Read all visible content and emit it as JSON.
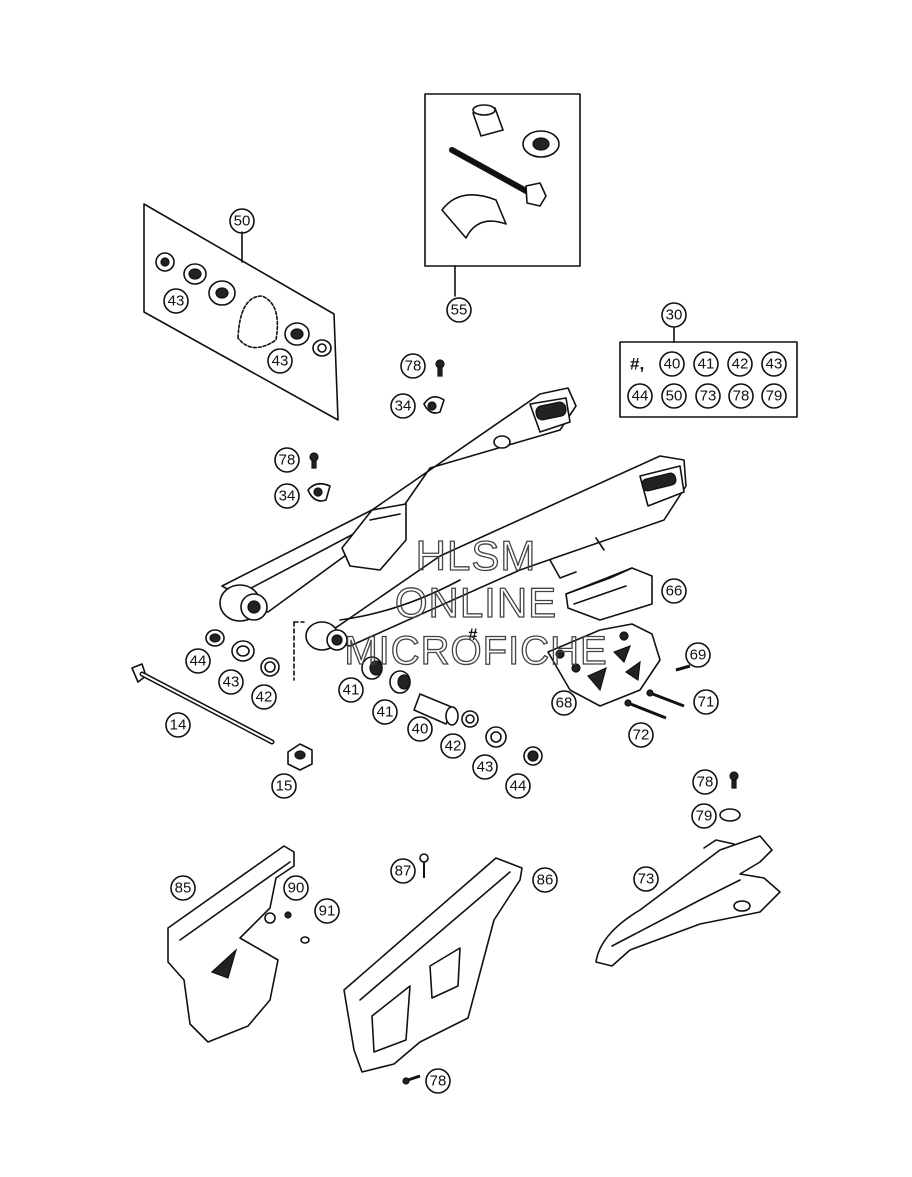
{
  "watermark": {
    "line1": "HLSM",
    "line2": "ONLINE",
    "line3": "MICROFICHE"
  },
  "callouts": {
    "c14": "14",
    "c15": "15",
    "c30": "30",
    "c34a": "34",
    "c34b": "34",
    "c40": "40",
    "c41a": "41",
    "c41b": "41",
    "c42a": "42",
    "c42b": "42",
    "c43a": "43",
    "c43b": "43",
    "c43c": "43",
    "c43d": "43",
    "c44a": "44",
    "c44b": "44",
    "c50": "50",
    "c55": "55",
    "c66": "66",
    "c68": "68",
    "c69": "69",
    "c71": "71",
    "c72": "72",
    "c73": "73",
    "c78a": "78",
    "c78b": "78",
    "c78c": "78",
    "c78d": "78",
    "c79": "79",
    "c85": "85",
    "c86": "86",
    "c87": "87",
    "c90": "90",
    "c91": "91"
  },
  "kit_30": {
    "hash_label": "#,",
    "row1": [
      "40",
      "41",
      "42",
      "43"
    ],
    "row2": [
      "44",
      "50",
      "73",
      "78",
      "79"
    ]
  },
  "swingarm_mark": "#"
}
